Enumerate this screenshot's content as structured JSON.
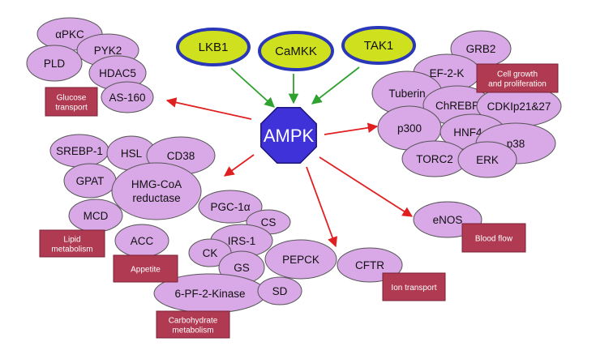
{
  "center": {
    "label": "AMPK",
    "color": "#3f32d8"
  },
  "upstream": {
    "color": "#cfe01e",
    "border": "#2a37b8",
    "arrow_color": "#2ea12e",
    "items": [
      {
        "id": "lkb1",
        "label": "LKB1"
      },
      {
        "id": "camkk",
        "label": "CaMKK"
      },
      {
        "id": "tak1",
        "label": "TAK1"
      }
    ]
  },
  "node_color": "#d9a8e6",
  "arrow_color": "#e02020",
  "category_color": "#b03a52",
  "targets": [
    {
      "id": "apkc",
      "label": "αPKC"
    },
    {
      "id": "pyk2",
      "label": "PYK2"
    },
    {
      "id": "pld",
      "label": "PLD"
    },
    {
      "id": "hdac5",
      "label": "HDAC5"
    },
    {
      "id": "as160",
      "label": "AS-160"
    },
    {
      "id": "grb2",
      "label": "GRB2"
    },
    {
      "id": "ef2k",
      "label": "EF-2-K"
    },
    {
      "id": "tuberin",
      "label": "Tuberin"
    },
    {
      "id": "chrebp",
      "label": "ChREBP"
    },
    {
      "id": "cdki",
      "label": "CDKIp21&27"
    },
    {
      "id": "p300",
      "label": "p300"
    },
    {
      "id": "hnf4a",
      "label": "HNF4-α"
    },
    {
      "id": "p38",
      "label": "p38"
    },
    {
      "id": "torc2",
      "label": "TORC2"
    },
    {
      "id": "erk",
      "label": "ERK"
    },
    {
      "id": "srebp1",
      "label": "SREBP-1"
    },
    {
      "id": "hsl",
      "label": "HSL"
    },
    {
      "id": "cd38",
      "label": "CD38"
    },
    {
      "id": "gpat",
      "label": "GPAT"
    },
    {
      "id": "hmgcoa",
      "label": "HMG-CoA reductase",
      "lines": [
        "HMG-CoA",
        "reductase"
      ]
    },
    {
      "id": "mcd",
      "label": "MCD"
    },
    {
      "id": "acc",
      "label": "ACC"
    },
    {
      "id": "pgc1a",
      "label": "PGC-1α"
    },
    {
      "id": "cs",
      "label": "CS"
    },
    {
      "id": "irs1",
      "label": "IRS-1"
    },
    {
      "id": "ck",
      "label": "CK"
    },
    {
      "id": "gs",
      "label": "GS"
    },
    {
      "id": "pepck",
      "label": "PEPCK"
    },
    {
      "id": "pf2k",
      "label": "6-PF-2-Kinase"
    },
    {
      "id": "sd",
      "label": "SD"
    },
    {
      "id": "cftr",
      "label": "CFTR"
    },
    {
      "id": "enos",
      "label": "eNOS"
    }
  ],
  "categories": [
    {
      "id": "glucose",
      "lines": [
        "Glucose",
        "transport"
      ]
    },
    {
      "id": "cellgrowth",
      "lines": [
        "Cell growth",
        "and proliferation"
      ]
    },
    {
      "id": "lipid",
      "lines": [
        "Lipid",
        "metabolism"
      ]
    },
    {
      "id": "appetite",
      "lines": [
        "Appetite"
      ]
    },
    {
      "id": "carb",
      "lines": [
        "Carbohydrate",
        "metabolism"
      ]
    },
    {
      "id": "iontransport",
      "lines": [
        "Ion transport"
      ]
    },
    {
      "id": "bloodflow",
      "lines": [
        "Blood flow"
      ]
    }
  ]
}
